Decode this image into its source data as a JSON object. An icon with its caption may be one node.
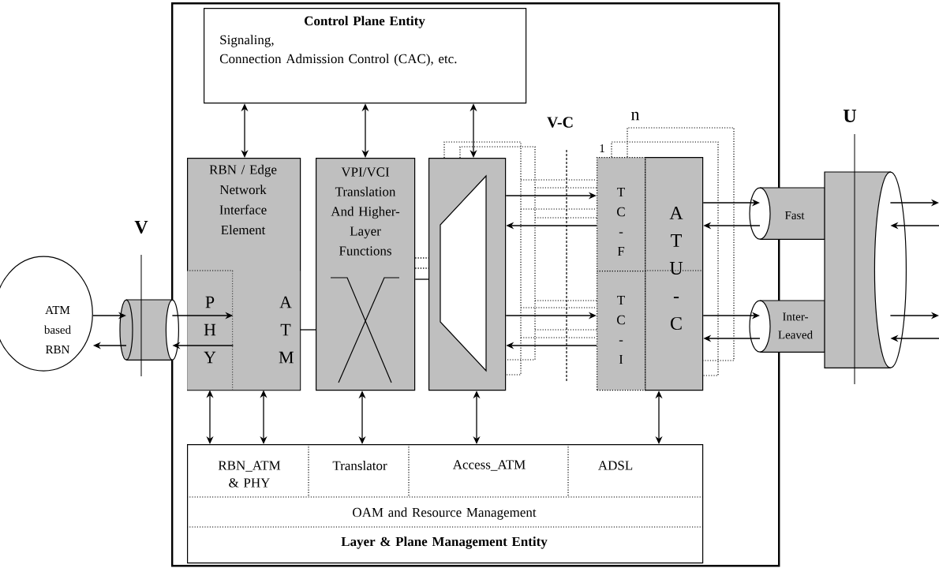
{
  "diagram": {
    "nodes": [
      {
        "text": [],
        "shape": "box"
      },
      {
        "text": [
          "Control Plane Entity",
          "Signaling,",
          "Connection Admission Control (CAC), etc."
        ],
        "in": 0
      },
      {
        "text": [
          "RBN / Edge Network Interface Element"
        ],
        "in": 0
      },
      {
        "text": [
          "P H Y"
        ],
        "in": 2
      },
      {
        "text": [
          "A T M"
        ],
        "in": 2
      },
      {
        "text": [
          "VPI/VCI Translation And Higher-Layer Functions"
        ],
        "in": 0
      },
      {
        "text": [],
        "shape": "box",
        "in": 0
      },
      {
        "text": [
          "A T U -C"
        ],
        "in": 0
      },
      {
        "text": [
          "T C - F"
        ],
        "in": 0
      },
      {
        "text": [
          "T C - I"
        ],
        "in": 0
      },
      {
        "text": [
          "Layer & Plane Management Entity"
        ],
        "in": 0
      },
      {
        "text": [
          "RBN_ATM & PHY"
        ],
        "in": 10
      },
      {
        "text": [
          "Translator"
        ],
        "in": 10
      },
      {
        "text": [
          "Access_ATM"
        ],
        "in": 10
      },
      {
        "text": [
          "ADSL"
        ],
        "in": 10
      },
      {
        "text": [
          "OAM and Resource Management"
        ],
        "in": 10
      },
      {
        "text": [
          "ATM based RBN"
        ]
      },
      {
        "text": [],
        "shape": "cylinder"
      },
      {
        "text": [
          "Fast"
        ]
      },
      {
        "text": [
          "Inter- Leaved"
        ]
      },
      {
        "text": [],
        "shape": "cylinder"
      }
    ],
    "edges": [
      {
        "from": 1,
        "to": 2,
        "arrow": "both"
      },
      {
        "from": 1,
        "to": 5,
        "arrow": "both"
      },
      {
        "from": 1,
        "to": 6,
        "arrow": "both"
      },
      {
        "from": 3,
        "to": 11,
        "arrow": "both"
      },
      {
        "from": 4,
        "to": 11,
        "arrow": "both"
      },
      {
        "from": 5,
        "to": 12,
        "arrow": "both"
      },
      {
        "from": 6,
        "to": 13,
        "arrow": "both"
      },
      {
        "from": 7,
        "to": 14,
        "arrow": "both"
      },
      {
        "from": 16,
        "to": 17,
        "arrow": "to"
      },
      {
        "from": 17,
        "to": 16,
        "arrow": "to"
      },
      {
        "from": 17,
        "to": 3,
        "arrow": "to"
      },
      {
        "from": 3,
        "to": 17,
        "arrow": "to"
      },
      {
        "from": 4,
        "to": 5,
        "arrow": "none"
      },
      {
        "from": 5,
        "to": 6,
        "arrow": "none"
      },
      {
        "from": 5,
        "to": 6,
        "arrow": "none",
        "style": "dashed"
      },
      {
        "from": 5,
        "to": 6,
        "arrow": "none",
        "style": "dashed"
      },
      {
        "from": 6,
        "to": 8,
        "arrow": "to"
      },
      {
        "from": 8,
        "to": 6,
        "arrow": "to"
      },
      {
        "from": 6,
        "to": 9,
        "arrow": "to"
      },
      {
        "from": 9,
        "to": 6,
        "arrow": "to"
      },
      {
        "from": 7,
        "to": 18,
        "arrow": "to"
      },
      {
        "from": 18,
        "to": 7,
        "arrow": "to"
      },
      {
        "from": 7,
        "to": 19,
        "arrow": "to"
      },
      {
        "from": 19,
        "to": 7,
        "arrow": "to"
      },
      {
        "from": 20,
        "to": null,
        "arrow": "to"
      },
      {
        "from": null,
        "to": 20,
        "arrow": "to"
      },
      {
        "from": 20,
        "to": null,
        "arrow": "to"
      },
      {
        "from": null,
        "to": 20,
        "arrow": "to"
      }
    ],
    "labels": [
      "n",
      "U",
      "V-C",
      "1",
      "V"
    ]
  }
}
